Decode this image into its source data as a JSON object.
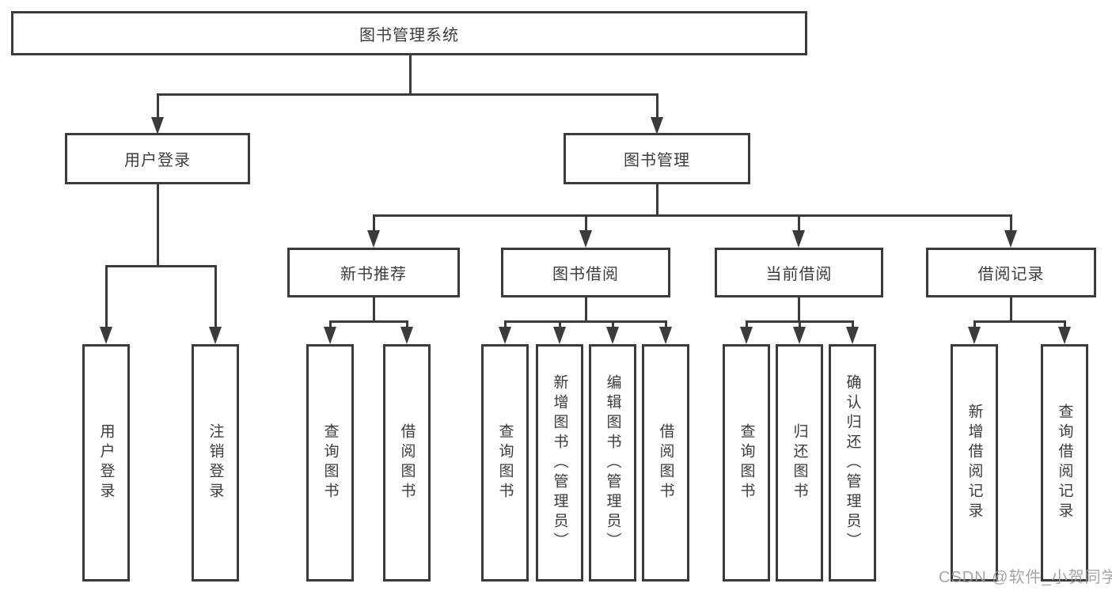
{
  "diagram_type": "hierarchy-tree",
  "tree": {
    "label": "图书管理系统",
    "children": [
      {
        "label": "用户登录",
        "children": [
          {
            "label": "用户登录"
          },
          {
            "label": "注销登录"
          }
        ]
      },
      {
        "label": "图书管理",
        "children": [
          {
            "label": "新书推荐",
            "children": [
              {
                "label": "查询图书"
              },
              {
                "label": "借阅图书"
              }
            ]
          },
          {
            "label": "图书借阅",
            "children": [
              {
                "label": "查询图书"
              },
              {
                "label": "新增图书（管理员）"
              },
              {
                "label": "编辑图书（管理员）"
              },
              {
                "label": "借阅图书"
              }
            ]
          },
          {
            "label": "当前借阅",
            "children": [
              {
                "label": "查询图书"
              },
              {
                "label": "归还图书"
              },
              {
                "label": "确认归还（管理员）"
              }
            ]
          },
          {
            "label": "借阅记录",
            "children": [
              {
                "label": "新增借阅记录"
              },
              {
                "label": "查询借阅记录"
              }
            ]
          }
        ]
      }
    ]
  },
  "watermark": {
    "text": "CSDN @软件_小贺同学"
  },
  "colors": {
    "line": "#3b3b3b",
    "text": "#3c3c3c",
    "box_background": "#ffffff",
    "page_background": "#ffffff",
    "watermark": "#9c9c9c"
  }
}
